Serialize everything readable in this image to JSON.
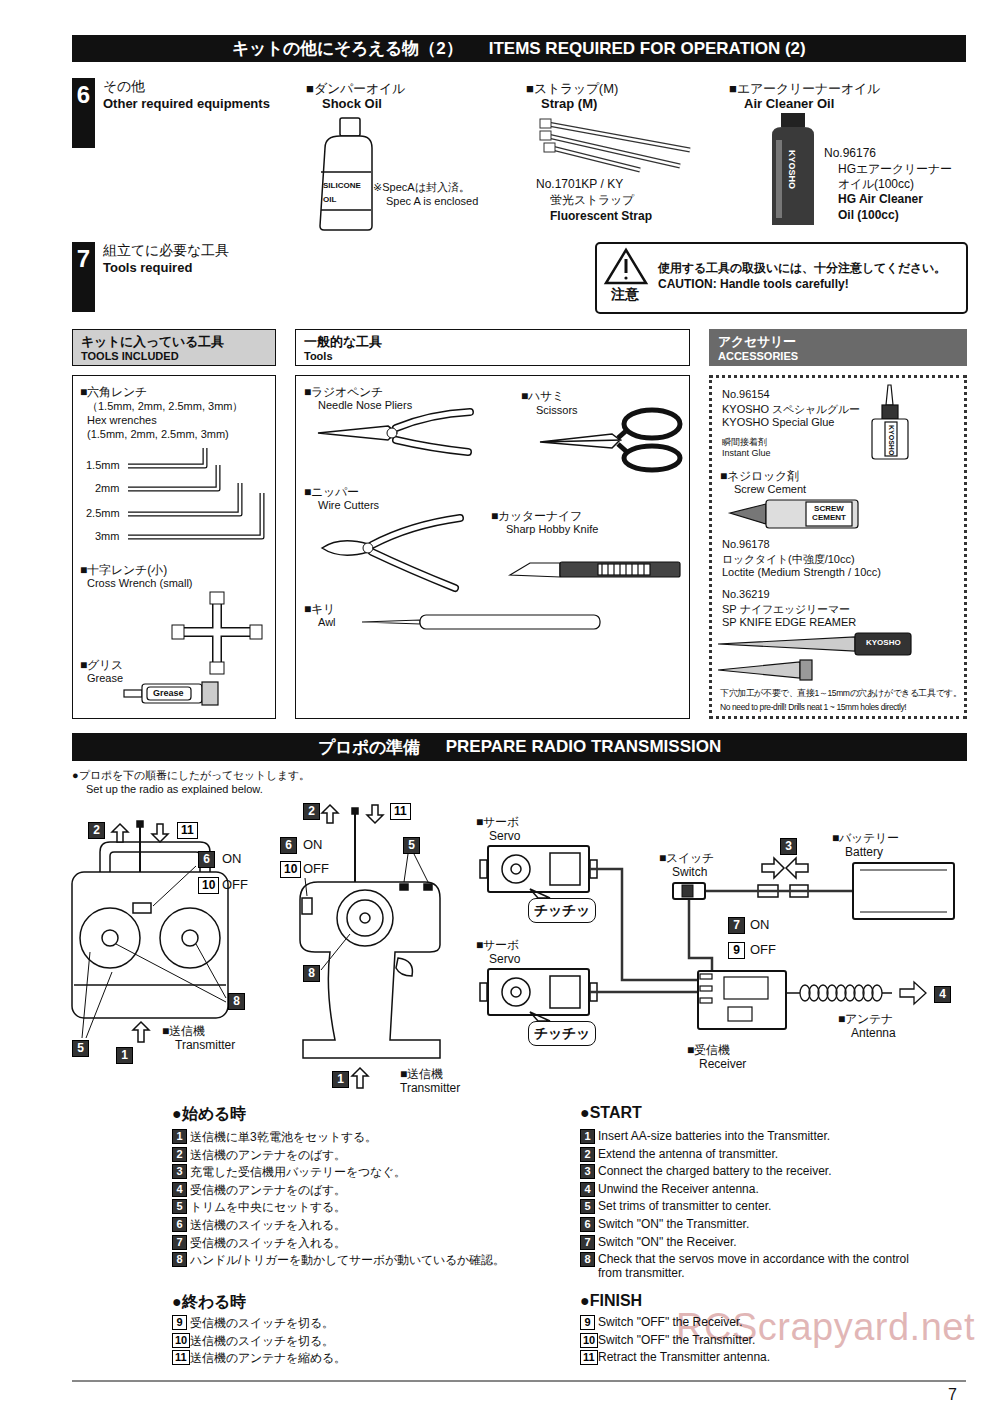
{
  "diagram": {
    "nodes": [
      {
        "text": [
          "キットの他にそろえる物（2）",
          "ITEMS REQUIRED FOR OPERATION (2)"
        ]
      },
      {
        "text": [
          "6",
          "その他",
          "Other required equipments"
        ]
      },
      {
        "text": [
          "7",
          "組立てに必要な工具",
          "Tools required"
        ]
      },
      {
        "text": [
          "注意",
          "使用する工具の取扱いには、十分注意してください。",
          "CAUTION: Handle tools carefully!"
        ]
      },
      {
        "text": [
          "キットに入っている工具",
          "TOOLS INCLUDED"
        ]
      },
      {
        "text": [
          "■六角レンチ",
          "（1.5mm, 2mm, 2.5mm, 3mm）",
          "Hex wrenches",
          "(1.5mm, 2mm, 2.5mm, 3mm)",
          "■十字レンチ(小)",
          "Cross Wrench (small)",
          "■グリス",
          "Grease"
        ]
      },
      {
        "text": [
          "一般的な工具",
          "Tools"
        ]
      },
      {
        "text": [
          "■ラジオペンチ",
          "Needle Nose Pliers",
          "■ハサミ",
          "Scissors",
          "■ニッパー",
          "Wire Cutters",
          "■カッターナイフ",
          "Sharp Hobby Knife",
          "■キリ",
          "Awl"
        ]
      },
      {
        "text": [
          "アクセサリー",
          "ACCESSORIES"
        ]
      },
      {
        "text": [
          "No.96154",
          "KYOSHO スペシャルグルー",
          "KYOSHO Special Glue",
          "瞬間接着剤",
          "Instant Glue",
          "■ネジロック剤",
          "Screw Cement",
          "No.96178",
          "ロックタイト(中強度/10cc)",
          "Loctite (Medium Strength / 10cc)",
          "No.36219",
          "SP ナイフエッジリーマー",
          "SP KNIFE EDGE REAMER",
          "下穴加工が不要で、直接1～15mmの穴あけができる工具です。",
          "No need to pre-drill! Drills neat 1 ~ 15mm holes directly!"
        ]
      },
      {
        "text": [
          "プロポの準備",
          "PREPARE RADIO TRANSMISSION"
        ]
      },
      {
        "text": [
          "■サーボ",
          "Servo"
        ]
      },
      {
        "text": [
          "チッチッ"
        ]
      },
      {
        "text": [
          "■サーボ",
          "Servo"
        ]
      },
      {
        "text": [
          "チッチッ"
        ]
      },
      {
        "text": [
          "■スイッチ",
          "Switch"
        ]
      },
      {
        "text": [
          "■バッテリー",
          "Battery"
        ]
      },
      {
        "text": [
          "■受信機",
          "Receiver"
        ]
      }
    ],
    "edges": [
      {
        "from": 11,
        "to": 17,
        "arrow": "none"
      },
      {
        "from": 13,
        "to": 17,
        "arrow": "none"
      },
      {
        "from": 15,
        "to": 17,
        "arrow": "none"
      },
      {
        "from": 15,
        "to": 16,
        "arrow": "none"
      }
    ],
    "labels": [
      "■ダンパーオイル",
      "Shock Oil",
      "SILICONE",
      "OIL",
      "※SpecAは封入済。",
      "Spec A is enclosed",
      "■ストラップ(M)",
      "Strap (M)",
      "No.1701KP / KY",
      "蛍光ストラップ",
      "Fluorescent Strap",
      "■エアークリーナーオイル",
      "Air Cleaner Oil",
      "KYOSHO",
      "No.96176",
      "HGエアークリーナー",
      "オイル(100cc)",
      "HG Air Cleaner",
      "Oil (100cc)",
      "1.5mm",
      "2mm",
      "2.5mm",
      "3mm",
      "Grease",
      "KYOSHO",
      "SCREW CEMENT",
      "KYOSHO",
      "●プロポを下の順番にしたがってセットします。",
      "Set up the radio as explained below.",
      "2",
      "11",
      "6",
      "ON",
      "10",
      "OFF",
      "8",
      "5",
      "1",
      "■送信機",
      "Transmitter",
      "2",
      "11",
      "6",
      "ON",
      "10",
      "OFF",
      "5",
      "8",
      "1",
      "■送信機",
      "Transmitter",
      "3",
      "7",
      "ON",
      "9",
      "OFF",
      "■アンテナ",
      "Antenna",
      "4",
      "●始める時",
      "1",
      "送信機に単3乾電池をセットする。",
      "2",
      "送信機のアンテナをのばす。",
      "3",
      "充電した受信機用バッテリーをつなぐ。",
      "4",
      "受信機のアンテナをのばす。",
      "5",
      "トリムを中央にセットする。",
      "6",
      "送信機のスイッチを入れる。",
      "7",
      "受信機のスイッチを入れる。",
      "8",
      "ハンドル/トリガーを動かしてサーボが動いているか確認。",
      "●終わる時",
      "9",
      "受信機のスイッチを切る。",
      "10",
      "送信機のスイッチを切る。",
      "11",
      "送信機のアンテナを縮める。",
      "●START",
      "1",
      "Insert AA-size batteries into the Transmitter.",
      "2",
      "Extend the antenna of transmitter.",
      "3",
      "Connect the charged battery to the receiver.",
      "4",
      "Unwind the Receiver antenna.",
      "5",
      "Set trims of transmitter to center.",
      "6",
      "Switch \"ON\" the Transmitter.",
      "7",
      "Switch \"ON\" the Receiver.",
      "8",
      "Check that the servos move in accordance with the control from transmitter.",
      "●FINISH",
      "9",
      "Switch \"OFF\" the Receiver.",
      "10",
      "Switch \"OFF\" the Transmitter.",
      "11",
      "Retract the Transmitter antenna.",
      "RCScrapyard.net",
      "7"
    ]
  }
}
